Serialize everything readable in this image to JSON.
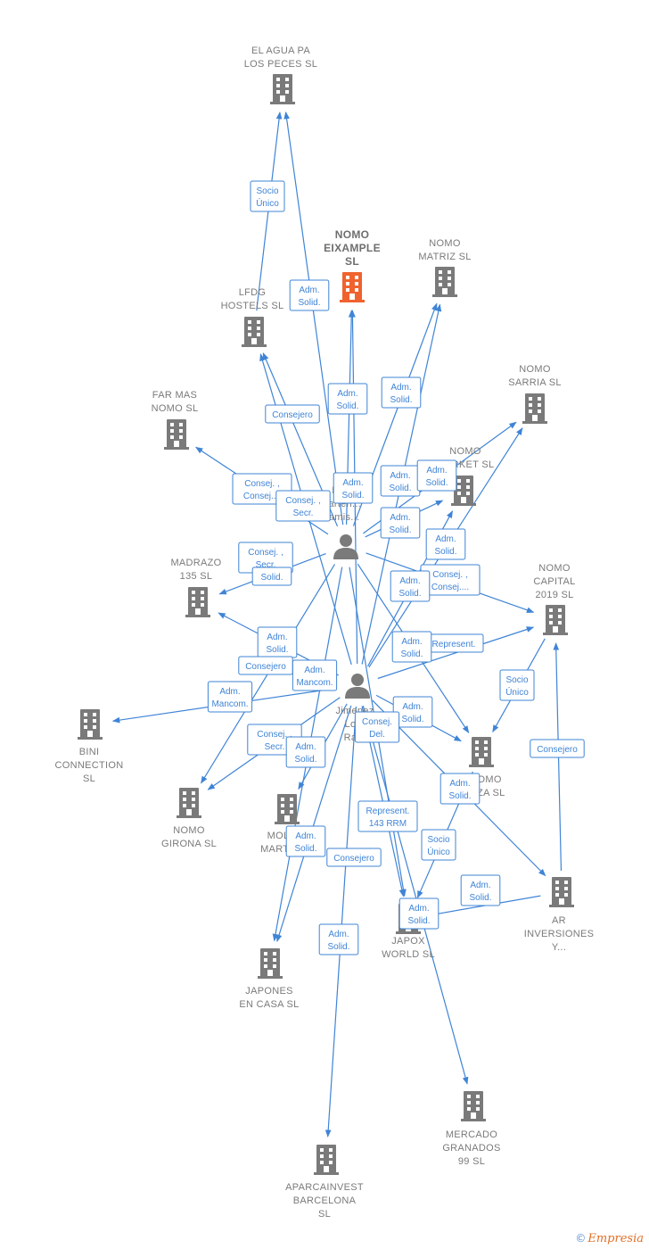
{
  "colors": {
    "edge": "#3f84d6",
    "company": "#7a7a7a",
    "focus": "#f0622e",
    "person": "#7a7a7a"
  },
  "nodes": [
    {
      "id": "agua",
      "type": "company",
      "label": [
        "EL AGUA PA",
        "LOS PECES  SL"
      ]
    },
    {
      "id": "eixample",
      "type": "company",
      "focus": true,
      "label": [
        "NOMO",
        "EIXAMPLE",
        "SL"
      ]
    },
    {
      "id": "matriz",
      "type": "company",
      "label": [
        "NOMO",
        "MATRIZ  SL"
      ]
    },
    {
      "id": "lfdg",
      "type": "company",
      "label": [
        "LFDG",
        "HOSTELS  SL"
      ]
    },
    {
      "id": "sarria",
      "type": "company",
      "label": [
        "NOMO",
        "SARRIA  SL"
      ]
    },
    {
      "id": "farmas",
      "type": "company",
      "label": [
        "FAR MAS",
        "NOMO  SL"
      ]
    },
    {
      "id": "market",
      "type": "company",
      "label": [
        "NOMO",
        "MARKET  SL"
      ]
    },
    {
      "id": "madrazo",
      "type": "company",
      "label": [
        "MADRAZO",
        "135  SL"
      ]
    },
    {
      "id": "capital",
      "type": "company",
      "label": [
        "NOMO",
        "CAPITAL",
        "2019  SL"
      ]
    },
    {
      "id": "bini",
      "type": "company",
      "label": [
        "BINI",
        "CONNECTION",
        "SL"
      ]
    },
    {
      "id": "nomoinza",
      "type": "company",
      "label": [
        "NOMO",
        "INZA  SL"
      ]
    },
    {
      "id": "girona",
      "type": "company",
      "label": [
        "NOMO",
        "GIRONA  SL"
      ]
    },
    {
      "id": "molmarte",
      "type": "company",
      "label": [
        "MOL",
        "MARTE"
      ]
    },
    {
      "id": "arinv",
      "type": "company",
      "label": [
        "AR",
        "INVERSIONES",
        "Y..."
      ]
    },
    {
      "id": "japox",
      "type": "company",
      "label": [
        "JAPOX",
        "WORLD  SL"
      ]
    },
    {
      "id": "japones",
      "type": "company",
      "label": [
        "JAPONES",
        "EN CASA  SL"
      ]
    },
    {
      "id": "mercado",
      "type": "company",
      "label": [
        "MERCADO",
        "GRANADOS",
        "99  SL"
      ]
    },
    {
      "id": "aparca",
      "type": "company",
      "label": [
        "APARCAINVEST",
        "BARCELONA",
        "SL"
      ]
    },
    {
      "id": "p1",
      "type": "person",
      "label": [
        "M...",
        "Marten...",
        "Camis..."
      ]
    },
    {
      "id": "p2",
      "type": "person",
      "label": [
        "Jimenez",
        "Lo...",
        "Ra..."
      ]
    }
  ],
  "edges": [
    {
      "from": "lfdg",
      "to": "agua"
    },
    {
      "from": "p1",
      "to": "agua"
    },
    {
      "from": "p1",
      "to": "eixample"
    },
    {
      "from": "p2",
      "to": "eixample"
    },
    {
      "from": "p1",
      "to": "matriz"
    },
    {
      "from": "p2",
      "to": "matriz"
    },
    {
      "from": "p1",
      "to": "lfdg"
    },
    {
      "from": "p2",
      "to": "lfdg"
    },
    {
      "from": "p1",
      "to": "farmas"
    },
    {
      "from": "p1",
      "to": "sarria"
    },
    {
      "from": "p2",
      "to": "sarria"
    },
    {
      "from": "p1",
      "to": "market"
    },
    {
      "from": "p2",
      "to": "market"
    },
    {
      "from": "p1",
      "to": "madrazo"
    },
    {
      "from": "p2",
      "to": "madrazo"
    },
    {
      "from": "p1",
      "to": "capital"
    },
    {
      "from": "p2",
      "to": "capital"
    },
    {
      "from": "capital",
      "to": "nomoinza"
    },
    {
      "from": "arinv",
      "to": "capital"
    },
    {
      "from": "p2",
      "to": "bini"
    },
    {
      "from": "p2",
      "to": "girona"
    },
    {
      "from": "p1",
      "to": "girona"
    },
    {
      "from": "p1",
      "to": "nomoinza"
    },
    {
      "from": "p2",
      "to": "nomoinza"
    },
    {
      "from": "p2",
      "to": "molmarte"
    },
    {
      "from": "p1",
      "to": "japox"
    },
    {
      "from": "p2",
      "to": "japox"
    },
    {
      "from": "nomoinza",
      "to": "japox"
    },
    {
      "from": "arinv",
      "to": "japox"
    },
    {
      "from": "p2",
      "to": "arinv"
    },
    {
      "from": "p1",
      "to": "japones"
    },
    {
      "from": "p2",
      "to": "japones"
    },
    {
      "from": "p2",
      "to": "mercado"
    },
    {
      "from": "p2",
      "to": "aparca"
    }
  ],
  "edge_labels": [
    {
      "lines": [
        "Socio",
        "Único"
      ]
    },
    {
      "lines": [
        "Adm.",
        "Solid."
      ]
    },
    {
      "lines": [
        "Adm.",
        "Solid."
      ]
    },
    {
      "lines": [
        "Adm.",
        "Solid."
      ]
    },
    {
      "lines": [
        "Consejero"
      ]
    },
    {
      "lines": [
        "Consej. ,",
        "Consej...."
      ]
    },
    {
      "lines": [
        "Consej. ,",
        "Secr."
      ]
    },
    {
      "lines": [
        "Adm.",
        "Solid."
      ]
    },
    {
      "lines": [
        "Adm.",
        "Solid."
      ]
    },
    {
      "lines": [
        "Adm.",
        "Solid."
      ]
    },
    {
      "lines": [
        "Adm.",
        "Solid."
      ]
    },
    {
      "lines": [
        "Adm.",
        "Solid."
      ]
    },
    {
      "lines": [
        "Consej. ,",
        "Secr."
      ]
    },
    {
      "lines": [
        "Solid."
      ]
    },
    {
      "lines": [
        "Consej. ,",
        "Consej...."
      ]
    },
    {
      "lines": [
        "Adm.",
        "Solid."
      ]
    },
    {
      "lines": [
        "Adm.",
        "Solid."
      ]
    },
    {
      "lines": [
        "Represent."
      ]
    },
    {
      "lines": [
        "Adm.",
        "Solid."
      ]
    },
    {
      "lines": [
        "Consejero"
      ]
    },
    {
      "lines": [
        "Adm.",
        "Mancom."
      ]
    },
    {
      "lines": [
        "Adm.",
        "Mancom."
      ]
    },
    {
      "lines": [
        "Socio",
        "Único"
      ]
    },
    {
      "lines": [
        "Adm.",
        "Solid."
      ]
    },
    {
      "lines": [
        "Consej.",
        "Del."
      ]
    },
    {
      "lines": [
        "Consej. ,",
        "Secr."
      ]
    },
    {
      "lines": [
        "Adm.",
        "Solid."
      ]
    },
    {
      "lines": [
        "Consejero"
      ]
    },
    {
      "lines": [
        "Adm.",
        "Solid."
      ]
    },
    {
      "lines": [
        "Represent.",
        "143 RRM"
      ]
    },
    {
      "lines": [
        "Adm.",
        "Solid."
      ]
    },
    {
      "lines": [
        "Socio",
        "Único"
      ]
    },
    {
      "lines": [
        "Consejero"
      ]
    },
    {
      "lines": [
        "Adm.",
        "Solid."
      ]
    },
    {
      "lines": [
        "Adm.",
        "Solid."
      ]
    },
    {
      "lines": [
        "Adm.",
        "Solid."
      ]
    }
  ],
  "footer": {
    "copyright": "©",
    "brand": "Empresia"
  }
}
